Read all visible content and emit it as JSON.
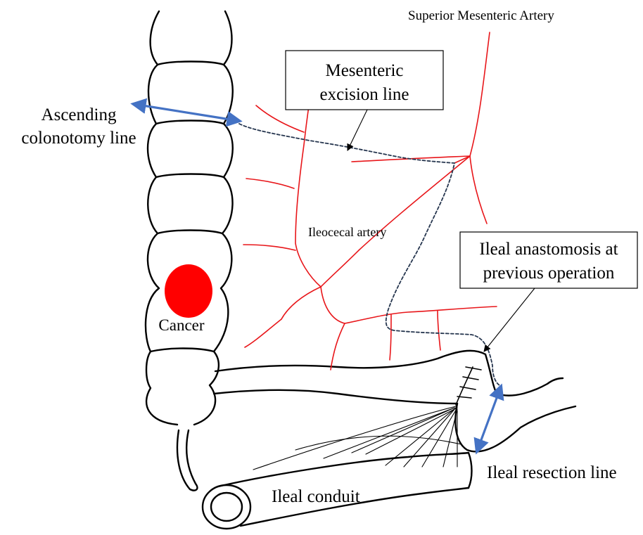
{
  "labels": {
    "superior_mesenteric_artery": "Superior Mesenteric Artery",
    "mesenteric_excision_line_1": "Mesenteric",
    "mesenteric_excision_line_2": "excision line",
    "ascending_colonotomy_line_1": "Ascending",
    "ascending_colonotomy_line_2": "colonotomy line",
    "ileocecal_artery": "Ileocecal artery",
    "ileal_anastomosis_1": "Ileal anastomosis at",
    "ileal_anastomosis_2": "previous operation",
    "cancer": "Cancer",
    "ileal_resection_line": "Ileal resection line",
    "ileal_conduit": "Ileal conduit"
  },
  "colors": {
    "artery": "#e8161a",
    "cancer": "#ff0000",
    "cut_line": "#4472c4",
    "excision_line": "#26364f",
    "outline": "#000000"
  }
}
